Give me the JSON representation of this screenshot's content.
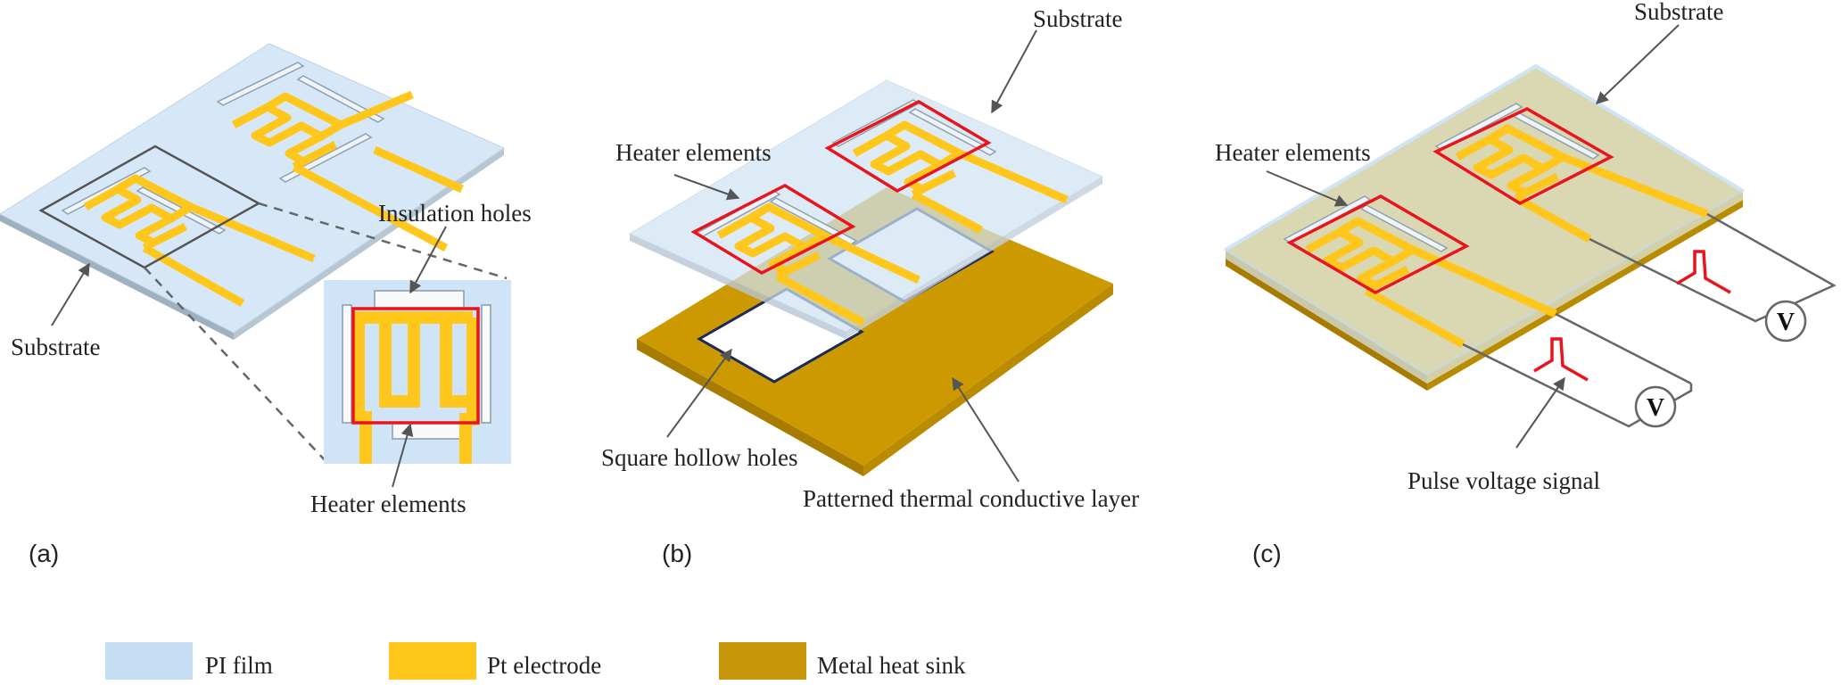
{
  "colors": {
    "pi_film": "#cfe5f7",
    "pi_film_edge": "#a9b6c2",
    "pt_electrode": "#ffc61c",
    "metal_heat_sink": "#cc9a00",
    "metal_heat_sink_side": "#a77c00",
    "highlight": "#e8141e",
    "outline": "#555555",
    "navy": "#1a2a5a"
  },
  "panel_a": {
    "label": "(a)",
    "substrate_label": "Substrate",
    "insulation_label": "Insulation holes",
    "heater_label": "Heater elements"
  },
  "panel_b": {
    "label": "(b)",
    "substrate_label": "Substrate",
    "heater_label": "Heater elements",
    "holes_label": "Square hollow holes",
    "layer_label": "Patterned thermal conductive layer"
  },
  "panel_c": {
    "label": "(c)",
    "substrate_label": "Substrate",
    "heater_label": "Heater elements",
    "pulse_label": "Pulse voltage signal",
    "meter_symbol": "V"
  },
  "legend": [
    {
      "label": "PI film",
      "color": "#c5def3"
    },
    {
      "label": "Pt electrode",
      "color": "#ffc61c"
    },
    {
      "label": "Metal heat sink",
      "color": "#c8960a"
    }
  ]
}
